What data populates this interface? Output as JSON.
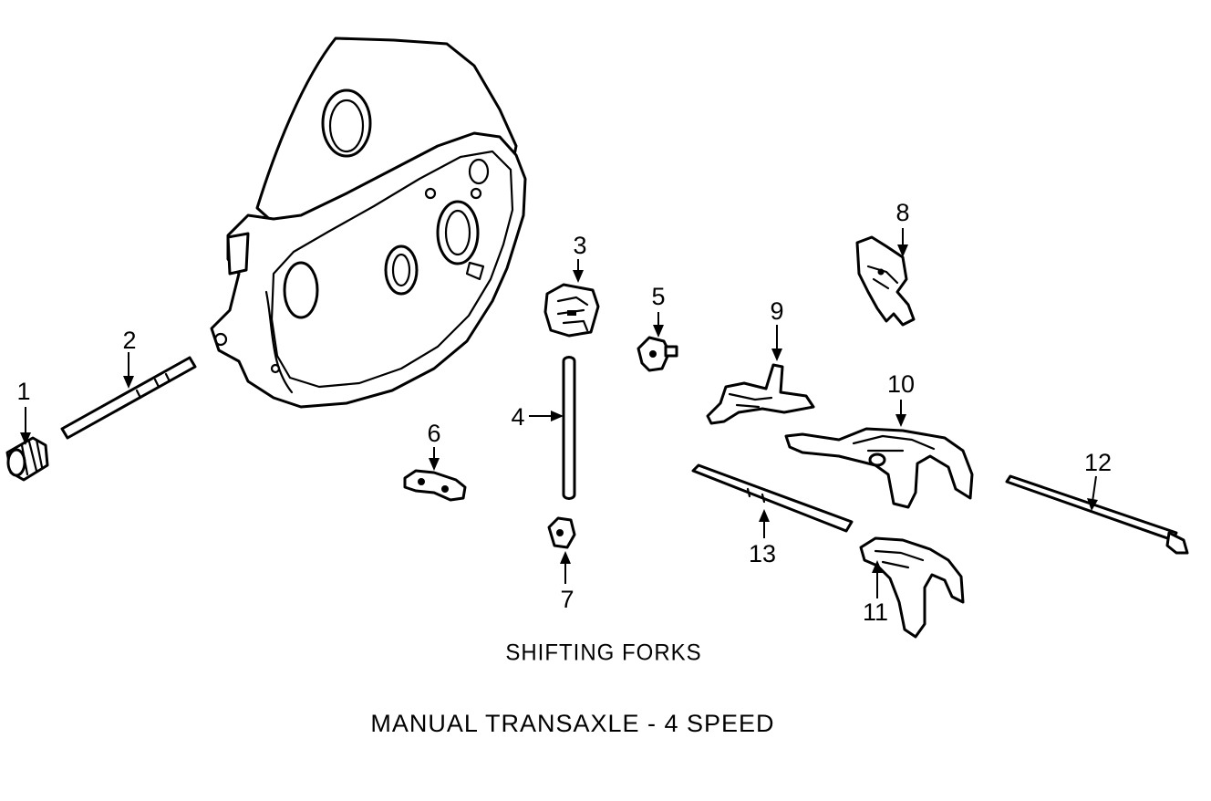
{
  "diagram": {
    "subtitle": "SHIFTING FORKS",
    "title": "MANUAL TRANSAXLE - 4 SPEED",
    "callouts": [
      {
        "id": "1",
        "label": "1"
      },
      {
        "id": "2",
        "label": "2"
      },
      {
        "id": "3",
        "label": "3"
      },
      {
        "id": "4",
        "label": "4"
      },
      {
        "id": "5",
        "label": "5"
      },
      {
        "id": "6",
        "label": "6"
      },
      {
        "id": "7",
        "label": "7"
      },
      {
        "id": "8",
        "label": "8"
      },
      {
        "id": "9",
        "label": "9"
      },
      {
        "id": "10",
        "label": "10"
      },
      {
        "id": "11",
        "label": "11"
      },
      {
        "id": "12",
        "label": "12"
      },
      {
        "id": "13",
        "label": "13"
      }
    ]
  }
}
